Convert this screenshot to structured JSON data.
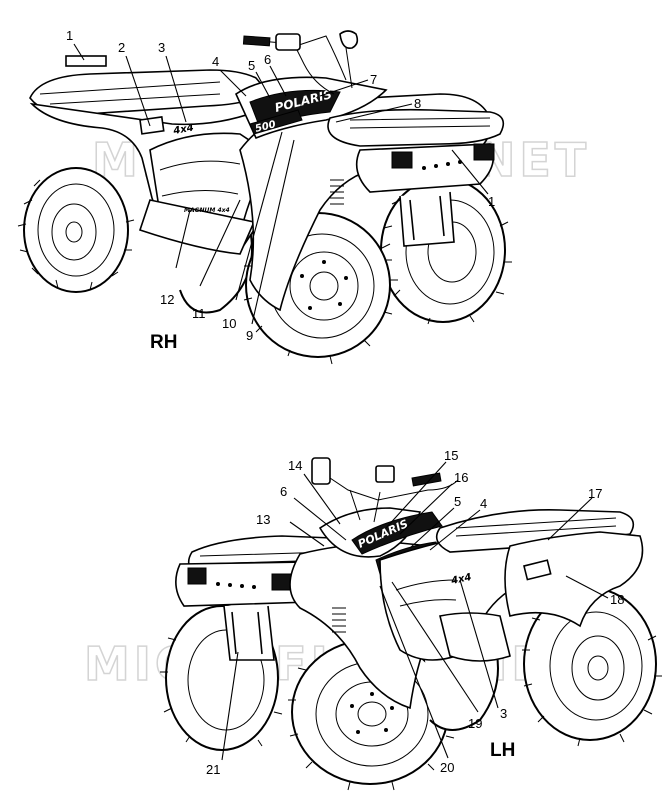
{
  "views": [
    {
      "label": "RH",
      "callouts": [
        "1",
        "2",
        "3",
        "4",
        "5",
        "6",
        "7",
        "8",
        "1",
        "9",
        "10",
        "11",
        "12"
      ]
    },
    {
      "label": "LH",
      "callouts": [
        "14",
        "15",
        "16",
        "6",
        "5",
        "4",
        "13",
        "17",
        "18",
        "3",
        "19",
        "20",
        "21"
      ]
    }
  ],
  "watermark": "MICROFICHE.NET",
  "decals": {
    "brand": "POLARIS",
    "model": "500",
    "badge": "4x4",
    "small_plate": "MAGNUM 4x4"
  }
}
